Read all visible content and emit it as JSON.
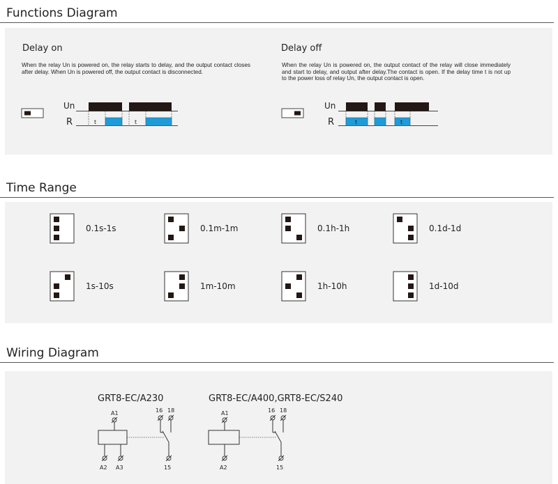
{
  "sections": {
    "functions": "Functions Diagram",
    "time_range": "Time Range",
    "wiring": "Wiring Diagram"
  },
  "functions": {
    "delay_on": {
      "title": "Delay on",
      "description": "When the relay Un is powered on, the relay starts to delay, and the output contact closes after delay. When Un is powered off, the output contact is disconnected.",
      "label_un": "Un",
      "label_r": "R",
      "label_t": "t"
    },
    "delay_off": {
      "title": "Delay off",
      "description": "When the relay Un is powered on, the output contact of the relay will close immediately and start to delay, and output after delay.The contact is open. If the delay time t is not up to the power loss of relay Un, the output contact is open.",
      "label_un": "Un",
      "label_r": "R",
      "label_t": "t"
    }
  },
  "time_range": {
    "items": [
      {
        "label": "0.1s-1s"
      },
      {
        "label": "0.1m-1m"
      },
      {
        "label": "0.1h-1h"
      },
      {
        "label": "0.1d-1d"
      },
      {
        "label": "1s-10s"
      },
      {
        "label": "1m-10m"
      },
      {
        "label": "1h-10h"
      },
      {
        "label": "1d-10d"
      }
    ]
  },
  "wiring": {
    "left": {
      "model": "GRT8-EC/A230",
      "terminals": {
        "a1": "A1",
        "a2": "A2",
        "a3": "A3",
        "t16": "16",
        "t18": "18",
        "t15": "15"
      }
    },
    "right": {
      "model": "GRT8-EC/A400,GRT8-EC/S240",
      "terminals": {
        "a1": "A1",
        "a2": "A2",
        "t16": "16",
        "t18": "18",
        "t15": "15"
      }
    }
  },
  "colors": {
    "pulse_black": "#231815",
    "pulse_blue": "#1f9bd7",
    "panel": "#f2f2f2"
  }
}
